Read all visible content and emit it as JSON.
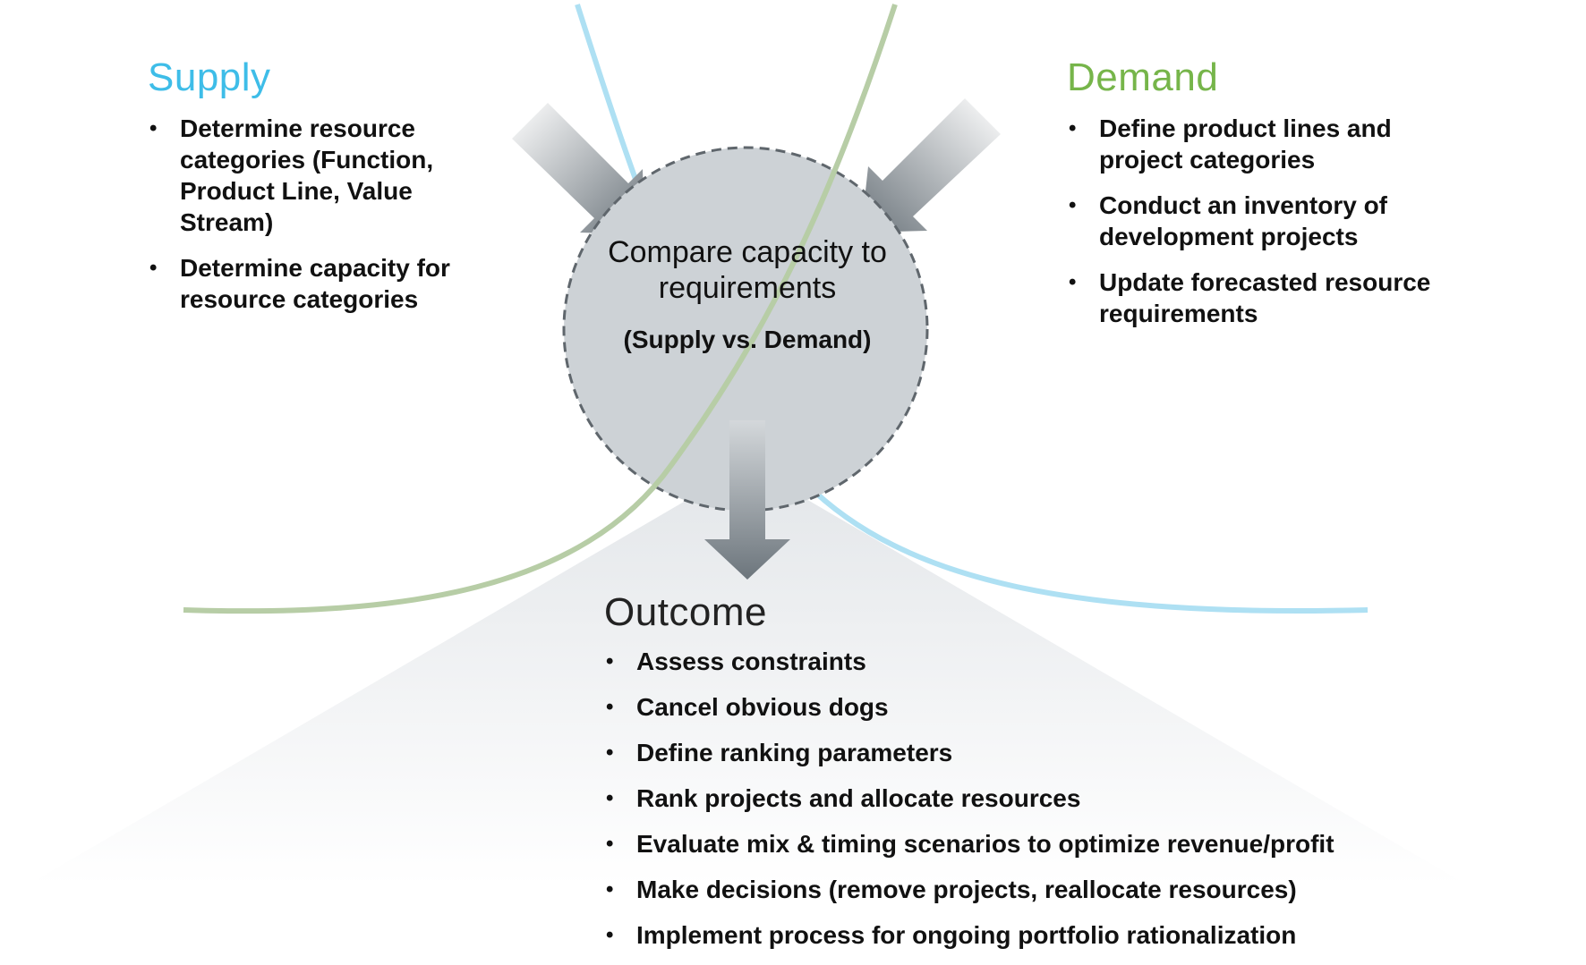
{
  "supply": {
    "title": "Supply",
    "items": [
      "Determine resource categories (Function, Product Line, Value Stream)",
      "Determine capacity for resource categories"
    ]
  },
  "demand": {
    "title": "Demand",
    "items": [
      "Define product lines and project categories",
      "Conduct an inventory of development projects",
      "Update forecasted resource requirements"
    ]
  },
  "center": {
    "main": "Compare capacity to requirements",
    "sub": "(Supply vs. Demand)"
  },
  "outcome": {
    "title": "Outcome",
    "items": [
      "Assess constraints",
      "Cancel obvious dogs",
      "Define ranking parameters",
      "Rank projects and allocate resources",
      "Evaluate mix & timing scenarios to optimize revenue/profit",
      "Make decisions (remove projects, reallocate resources)",
      "Implement process for ongoing portfolio rationalization"
    ]
  },
  "colors": {
    "supply_accent": "#3ebde8",
    "demand_accent": "#76b54a",
    "supply_curve": "#aee0f3",
    "demand_curve": "#b7cda6",
    "circle_fill": "#cdd2d6",
    "circle_border": "#5f666c",
    "arrow_dark": "#6c757c"
  }
}
